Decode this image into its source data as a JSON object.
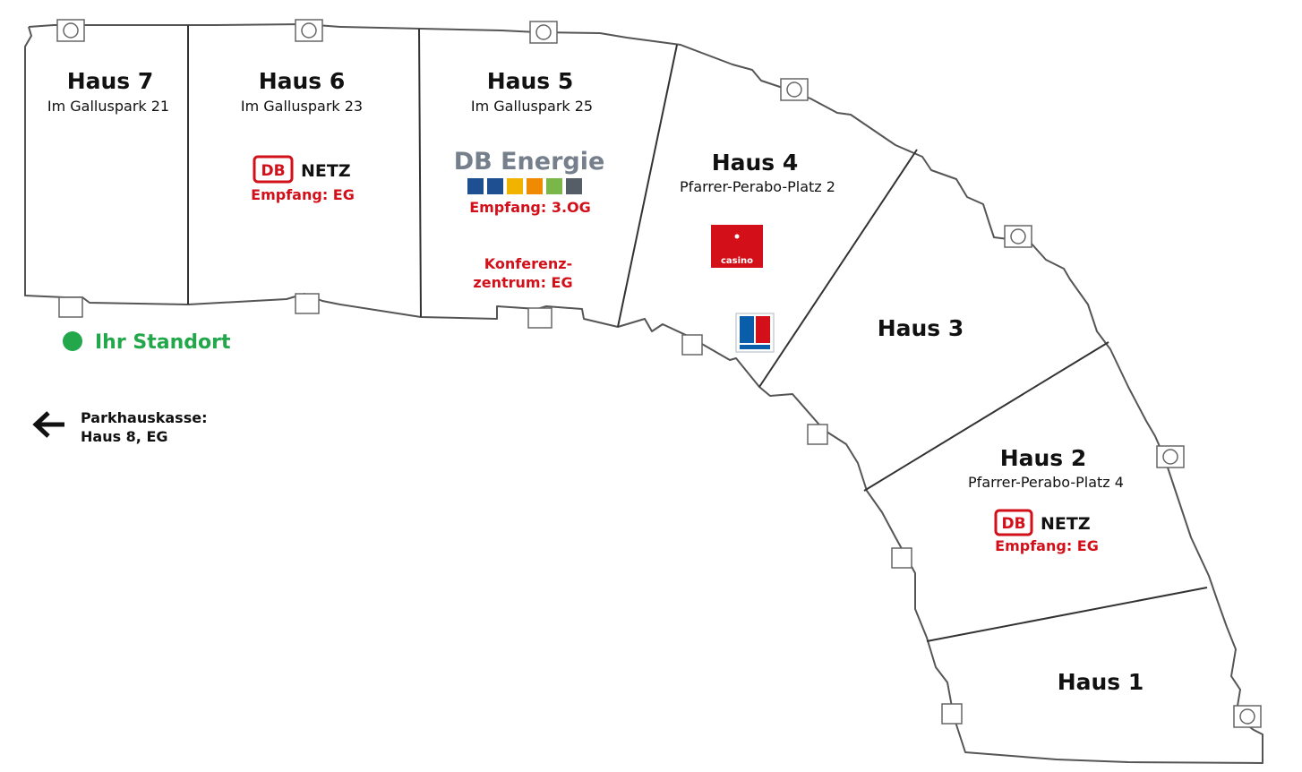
{
  "houses": [
    {
      "name": "Haus 7",
      "address": "Im Galluspark 21"
    },
    {
      "name": "Haus 6",
      "address": "Im Galluspark 23",
      "tenant": "NETZ",
      "reception": "Empfang: EG"
    },
    {
      "name": "Haus 5",
      "address": "Im Galluspark 25",
      "tenant": "DB Energie",
      "reception": "Empfang: 3.OG",
      "conference_line1": "Konferenz-",
      "conference_line2": "zentrum: EG"
    },
    {
      "name": "Haus 4",
      "address": "Pfarrer-Perabo-Platz 2",
      "casino": "casino"
    },
    {
      "name": "Haus 3"
    },
    {
      "name": "Haus 2",
      "address": "Pfarrer-Perabo-Platz 4",
      "tenant": "NETZ",
      "reception": "Empfang: EG"
    },
    {
      "name": "Haus 1"
    }
  ],
  "db_logo_text": "DB",
  "location_marker": "Ihr Standort",
  "parking": {
    "line1": "Parkhauskasse:",
    "line2": "Haus 8, EG"
  },
  "icons": [
    "location-dot-icon",
    "arrow-left-icon",
    "db-logo-icon",
    "casino-icon",
    "ec-card-icon",
    "entrance-icon"
  ],
  "colors": {
    "db_red": "#d3101a",
    "standort_green": "#22a84a",
    "energie_grey": "#76808c",
    "wall": "#555555"
  }
}
